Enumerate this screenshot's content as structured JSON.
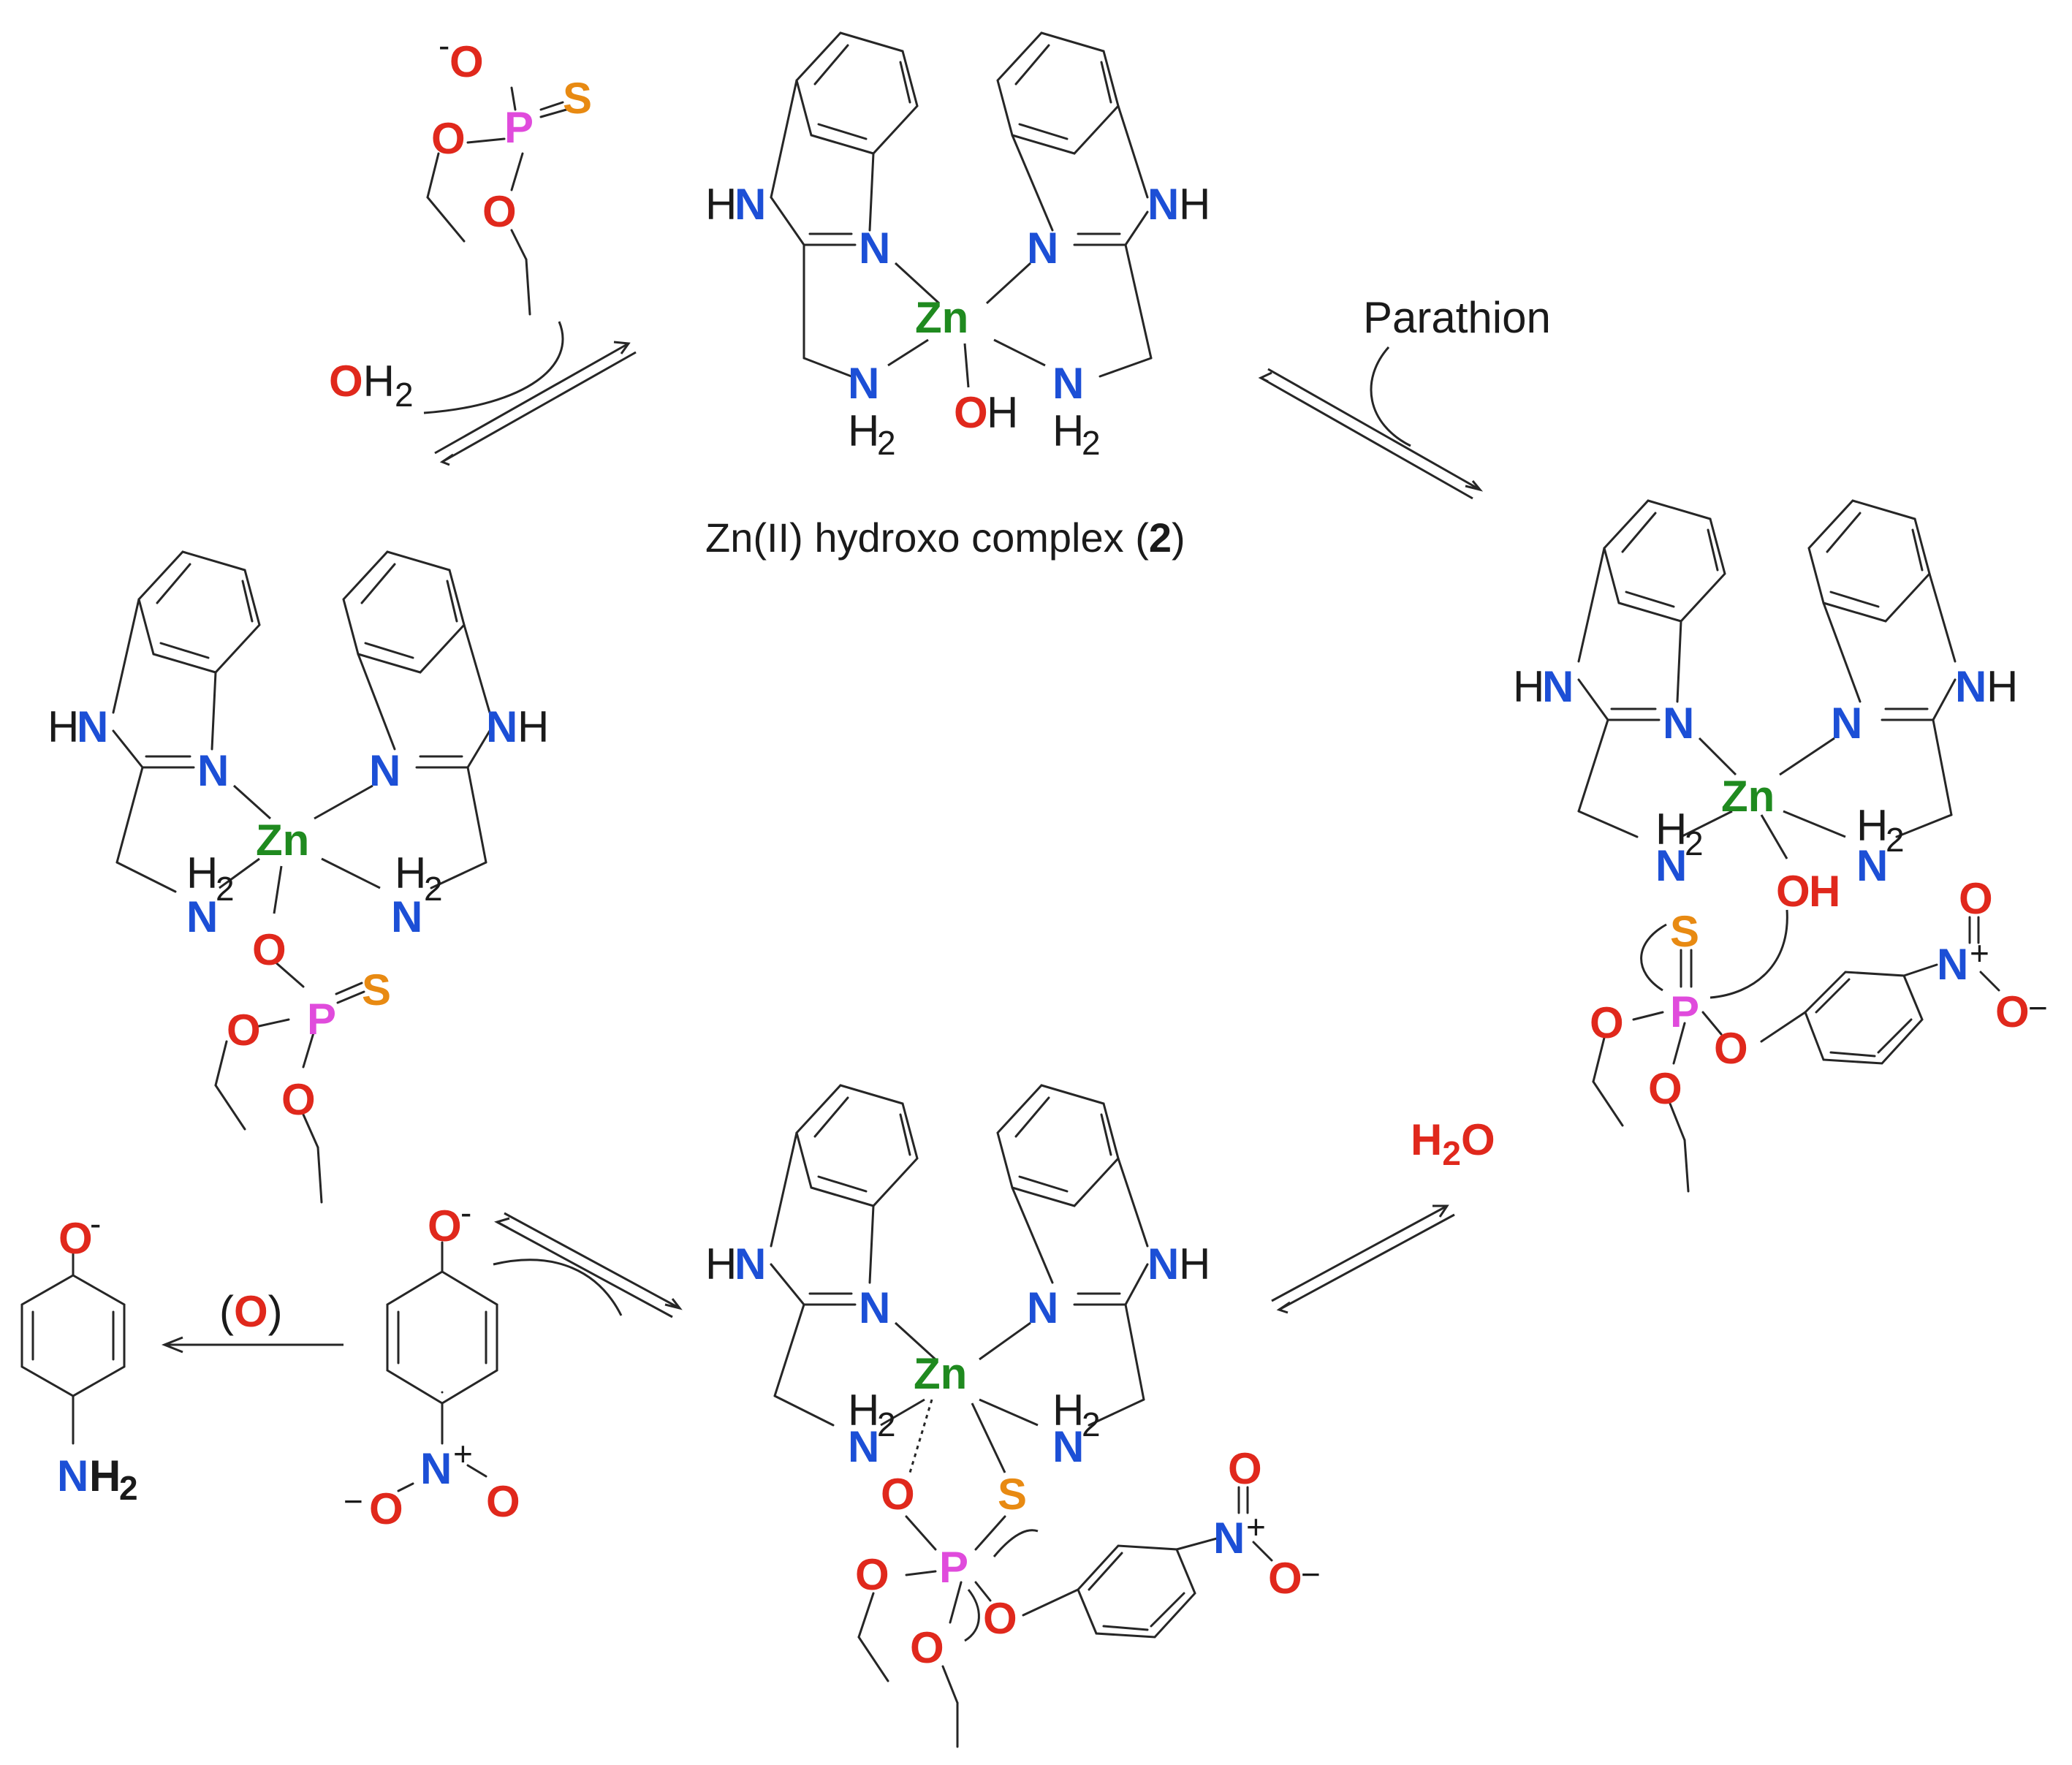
{
  "colors": {
    "nitrogen": "#1c4fd6",
    "oxygen": "#e0281c",
    "sulfur": "#e88a12",
    "phosphorus": "#e04bdc",
    "zinc": "#1f8a1f",
    "bond": "#262626"
  },
  "atoms": {
    "zn": "Zn",
    "n": "N",
    "h": "H",
    "o": "O",
    "s": "S",
    "p": "P",
    "h2_sub": "2",
    "charge_minus": "-",
    "charge_minus_long": "−",
    "charge_plus": "+"
  },
  "labels": {
    "complex_name": "Zn(II) hydroxo complex (",
    "complex_number": "2",
    "complex_close": ")",
    "parathion": "Parathion",
    "water_left_O": "O",
    "water_left_H2": "H",
    "water_left_sub": "2",
    "water_right_H": "H",
    "water_right_sub": "2",
    "water_right_O": "O",
    "oxidation_open": "(",
    "oxidation_O": "O",
    "oxidation_close": ")"
  }
}
